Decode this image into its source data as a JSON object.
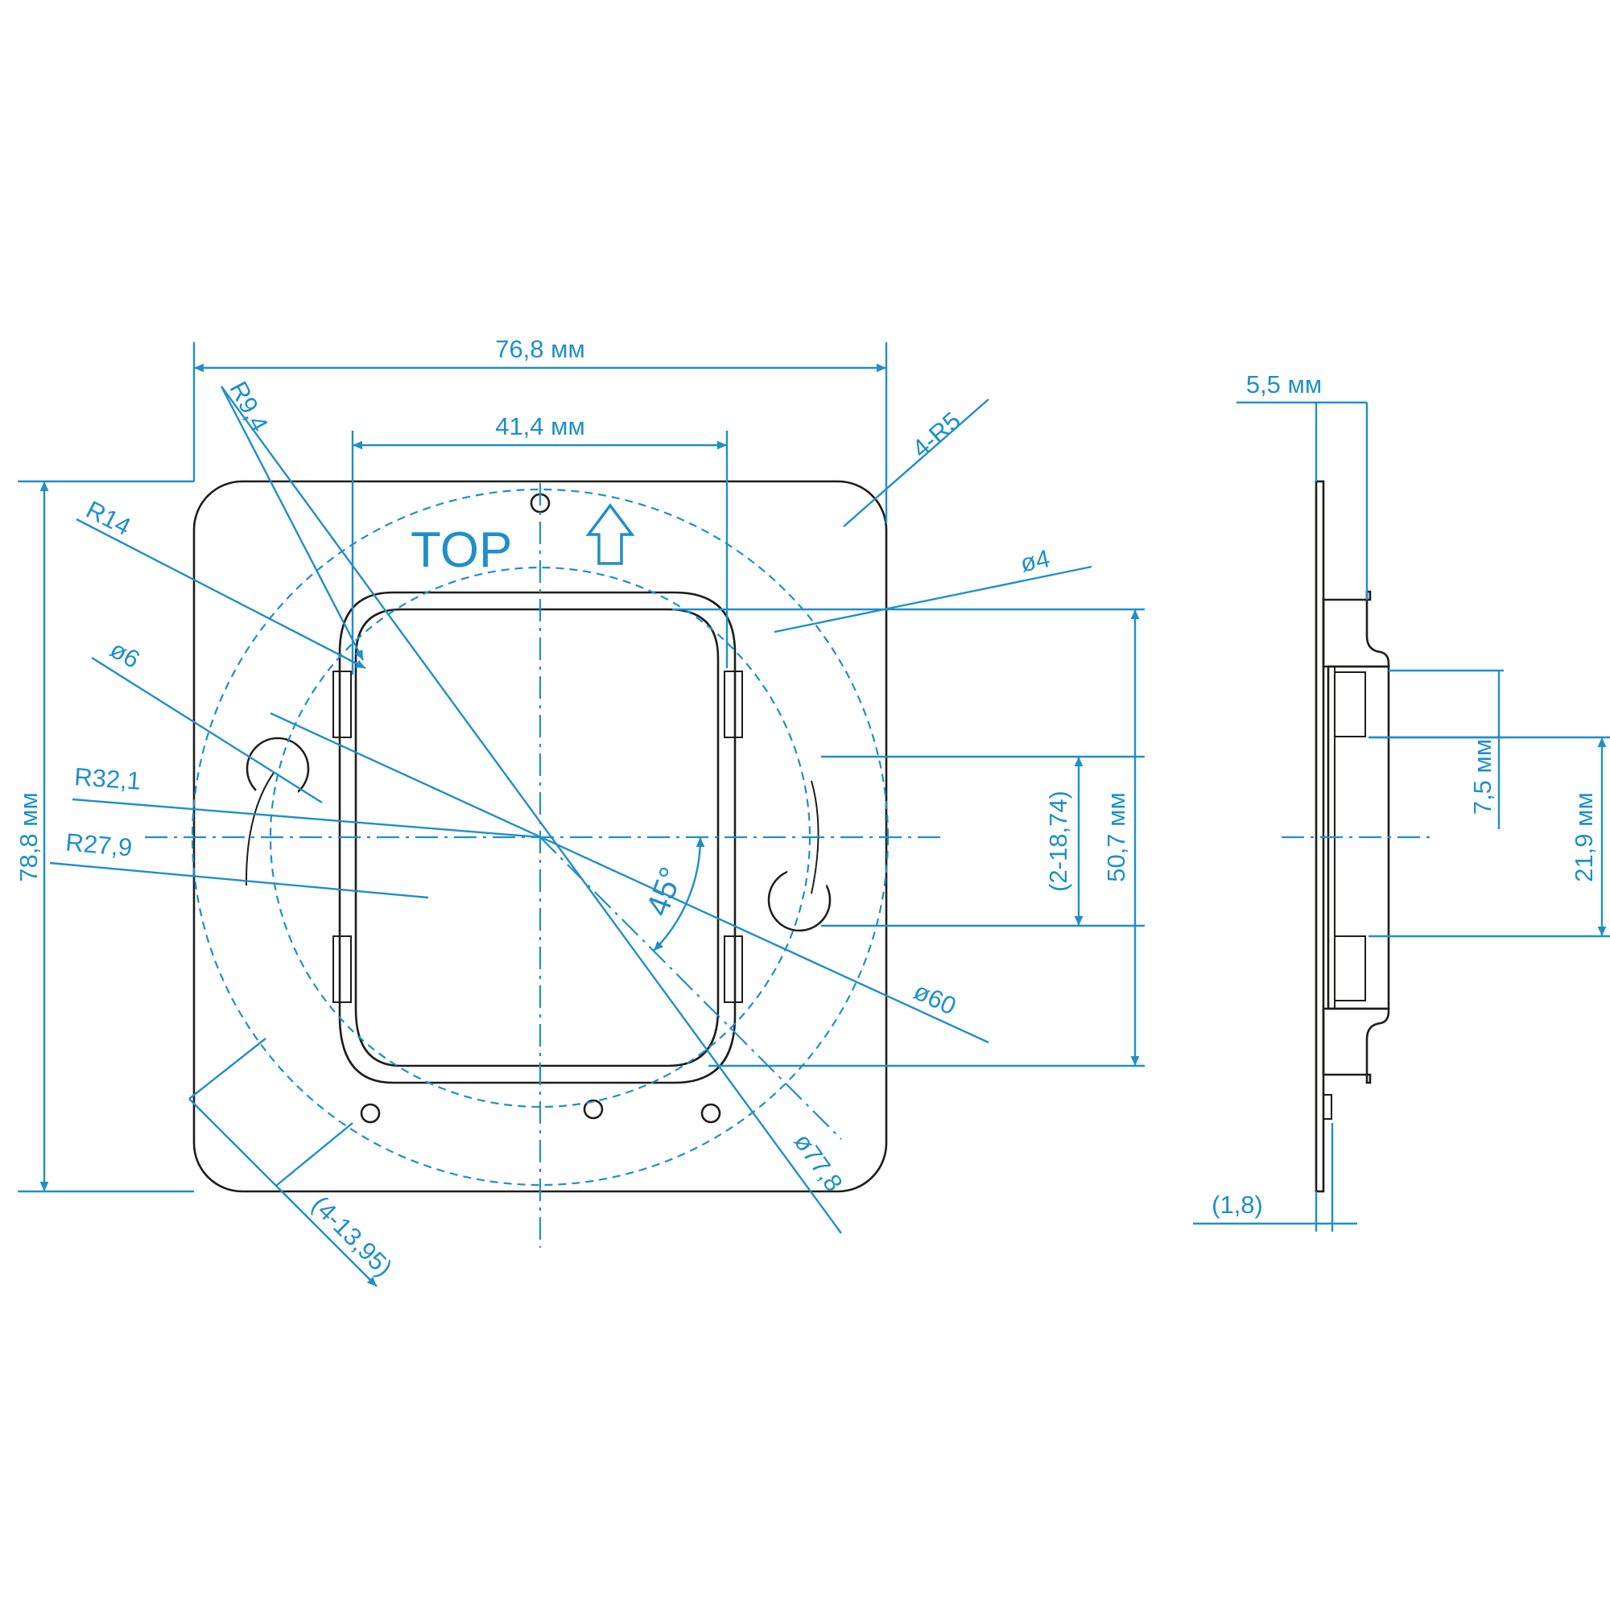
{
  "colors": {
    "dimension": "#1f8fca",
    "outline": "#1d1d1b",
    "background": "#ffffff"
  },
  "front_view": {
    "marking": "TOP",
    "marking_icon": "up-arrow-icon",
    "dimensions": {
      "width": "76,8 мм",
      "inner_width": "41,4 мм",
      "height": "78,8 мм",
      "slot_span": "50,7 мм",
      "slot_length": "(2-18,74)",
      "corner_radius": "4-R5",
      "mount_hole_small": "ø4",
      "mount_hole": "ø6",
      "radius_14": "R14",
      "radius_9_4": "R9,4",
      "radius_32_1": "R32,1",
      "radius_27_9": "R27,9",
      "circle_60": "ø60",
      "circle_77_8": "ø77,8",
      "angle": "45°",
      "corner_slot": "(4-13,95)"
    }
  },
  "side_view": {
    "dimensions": {
      "depth": "5,5 мм",
      "thickness": "(1,8)",
      "latch_height": "7,5 мм",
      "center_height": "21,9 мм"
    }
  }
}
